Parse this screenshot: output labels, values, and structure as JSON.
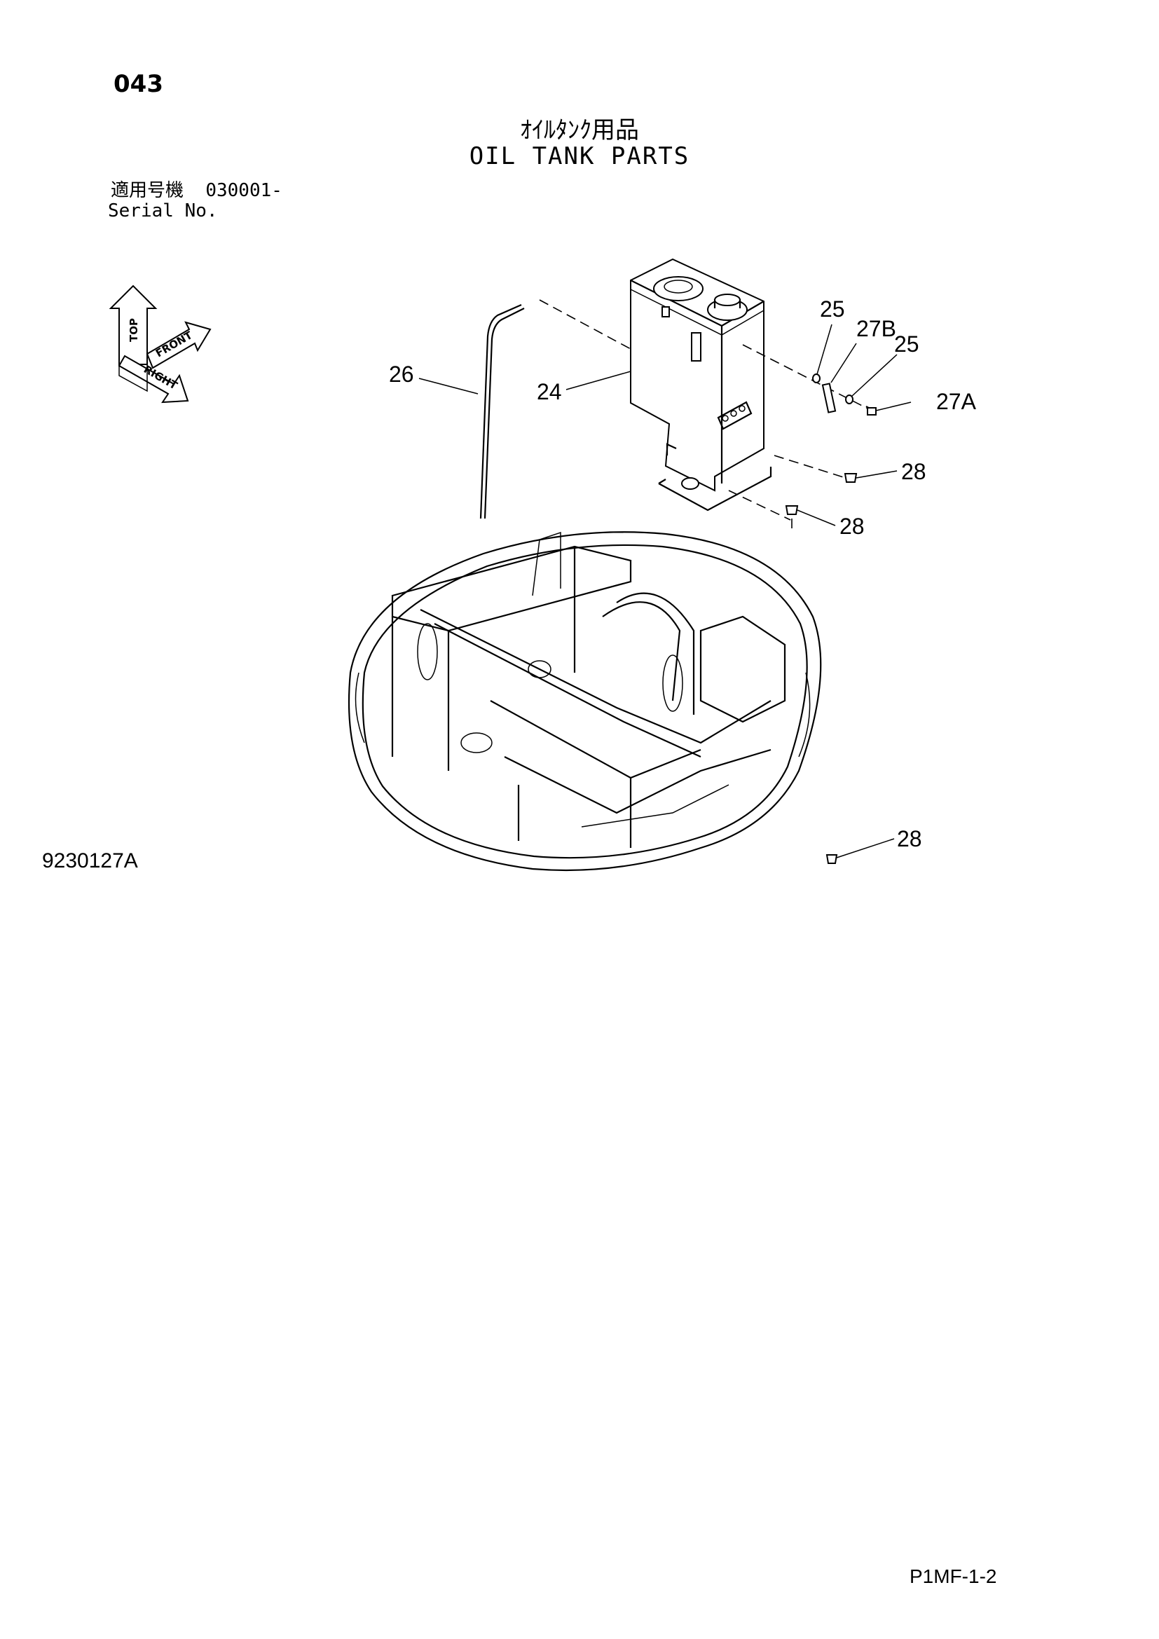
{
  "header": {
    "page_number": "043",
    "title_jp": "ｵｲﾙﾀﾝｸ用品",
    "title_en": "OIL TANK PARTS"
  },
  "serial": {
    "label_jp": "適用号機",
    "value": "030001-",
    "label_en": "Serial No."
  },
  "orientation": {
    "top": "TOP",
    "front": "FRONT",
    "right": "RIGHT"
  },
  "callouts": {
    "c24": "24",
    "c25a": "25",
    "c25b": "25",
    "c26": "26",
    "c27a": "27A",
    "c27b": "27B",
    "c28a": "28",
    "c28b": "28",
    "c28c": "28"
  },
  "footer": {
    "figure_id": "9230127A",
    "page_code": "P1MF-1-2"
  }
}
